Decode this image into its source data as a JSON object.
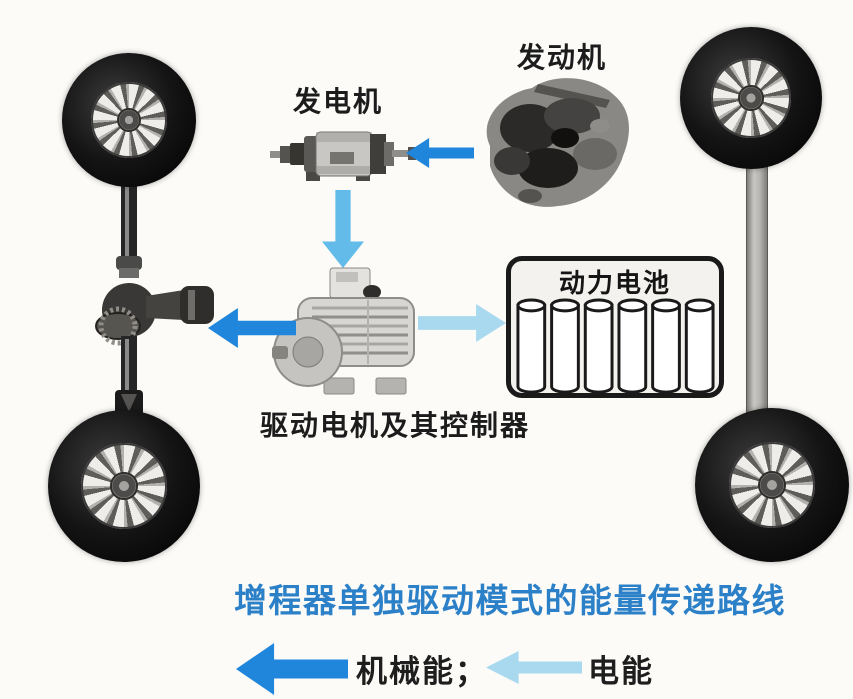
{
  "title": {
    "text": "增程器单独驱动模式的能量传递路线",
    "color": "#2b80c8"
  },
  "labels": {
    "engine": "发动机",
    "generator": "发电机",
    "drive_motor": "驱动电机及其控制器",
    "battery": "动力电池"
  },
  "legend": {
    "mechanical_label": "机械能；",
    "electrical_label": "电能"
  },
  "colors": {
    "mechanical_arrow": "#1f86dc",
    "electrical_arrow_pale": "#a9d9ef",
    "electrical_arrow_medium": "#62bbe8",
    "title_text": "#2b80c8",
    "background": "#fcfbf8"
  },
  "battery": {
    "cell_count": 6
  },
  "flows": [
    {
      "from": "engine",
      "to": "generator",
      "energy": "mechanical",
      "direction": "left"
    },
    {
      "from": "generator",
      "to": "drive_motor",
      "energy": "electrical",
      "direction": "down"
    },
    {
      "from": "drive_motor",
      "to": "battery",
      "energy": "electrical",
      "direction": "right"
    },
    {
      "from": "drive_motor",
      "to": "differential",
      "energy": "mechanical",
      "direction": "left"
    }
  ]
}
